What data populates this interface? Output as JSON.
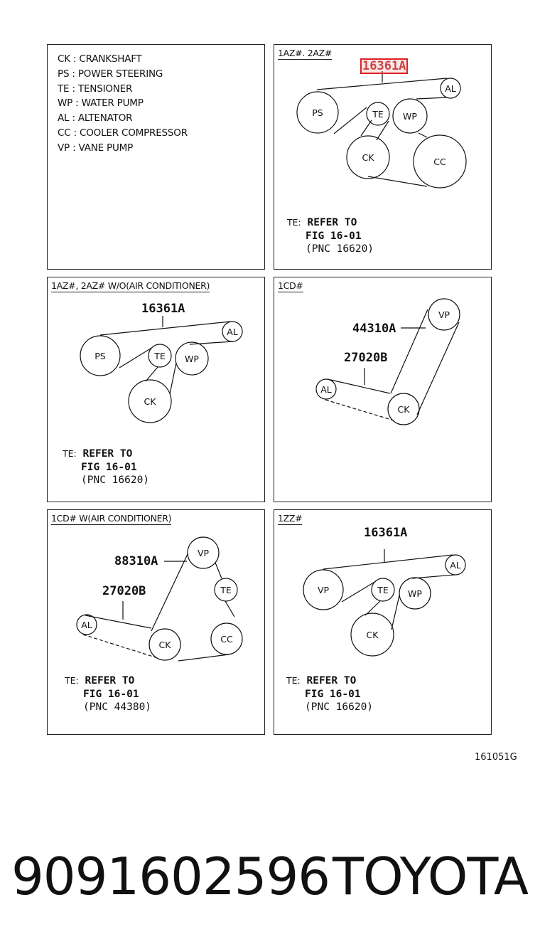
{
  "legend": {
    "items": [
      {
        "code": "CK",
        "name": "CRANKSHAFT"
      },
      {
        "code": "PS",
        "name": "POWER STEERING"
      },
      {
        "code": "TE",
        "name": "TENSIONER"
      },
      {
        "code": "WP",
        "name": "WATER PUMP"
      },
      {
        "code": "AL",
        "name": "ALTENATOR"
      },
      {
        "code": "CC",
        "name": "COOLER COMPRESSOR"
      },
      {
        "code": "VP",
        "name": "VANE PUMP"
      }
    ]
  },
  "panels": {
    "p1": {
      "title": "1AZ#. 2AZ#",
      "part": "16361A",
      "ref_te": "TE:",
      "ref_line1": "REFER TO",
      "ref_line2": "FIG 16-01",
      "ref_line3": "(PNC 16620)",
      "pulleys": {
        "ps": "PS",
        "te": "TE",
        "wp": "WP",
        "al": "AL",
        "ck": "CK",
        "cc": "CC"
      }
    },
    "p2": {
      "title": "1AZ#, 2AZ#  W/O(AIR CONDITIONER)",
      "part": "16361A",
      "ref_te": "TE:",
      "ref_line1": "REFER TO",
      "ref_line2": "FIG 16-01",
      "ref_line3": "(PNC 16620)",
      "pulleys": {
        "ps": "PS",
        "te": "TE",
        "wp": "WP",
        "al": "AL",
        "ck": "CK"
      }
    },
    "p3": {
      "title": "1CD#",
      "part_a": "44310A",
      "part_b": "27020B",
      "pulleys": {
        "vp": "VP",
        "al": "AL",
        "ck": "CK"
      }
    },
    "p4": {
      "title": "1CD#  W(AIR CONDITIONER)",
      "part_a": "88310A",
      "part_b": "27020B",
      "ref_te": "TE:",
      "ref_line1": "REFER TO",
      "ref_line2": "FIG 16-01",
      "ref_line3": "(PNC 44380)",
      "pulleys": {
        "vp": "VP",
        "te": "TE",
        "al": "AL",
        "ck": "CK",
        "cc": "CC"
      }
    },
    "p5": {
      "title": "1ZZ#",
      "part": "16361A",
      "ref_te": "TE:",
      "ref_line1": "REFER TO",
      "ref_line2": "FIG 16-01",
      "ref_line3": "(PNC 16620)",
      "pulleys": {
        "vp": "VP",
        "te": "TE",
        "wp": "WP",
        "al": "AL",
        "ck": "CK"
      }
    }
  },
  "figure_code": "161051G",
  "part_number": "9091602596",
  "brand": "TOYOTA"
}
